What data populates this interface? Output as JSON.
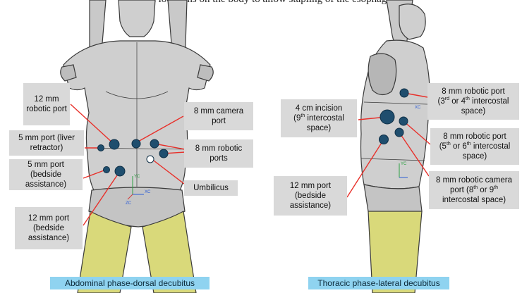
{
  "header_fragment": "the port locations on the body to allow stapling of the esophagus.",
  "abdominal": {
    "caption": "Abdominal phase-dorsal decubitus",
    "labels": {
      "robotic_12": "12 mm robotic port",
      "liver_retractor": "5 mm port (liver retractor)",
      "bedside_5": "5 mm port (bedside assistance)",
      "bedside_12": "12 mm port (bedside assistance)",
      "camera_8": "8 mm camera port",
      "robotic_8_ports": "8 mm robotic ports",
      "umbilicus": "Umbilicus"
    }
  },
  "thoracic": {
    "caption": "Thoracic phase-lateral decubitus",
    "labels": {
      "incision_4cm": {
        "a": "4 cm incision",
        "b": "(9",
        "sup": "th",
        "c": " intercostal space)"
      },
      "bedside_12": "12 mm port (bedside assistance)",
      "robotic_8_upper": {
        "a": "8 mm robotic port",
        "b": "(3",
        "sup1": "rd",
        "c": " or 4",
        "sup2": "th",
        "d": " intercostal space)"
      },
      "robotic_8_lower": {
        "a": "8 mm robotic port",
        "b": "(5",
        "sup1": "th",
        "c": " or 6",
        "sup2": "th",
        "d": " intercostal space)"
      },
      "camera_8": {
        "a": "8 mm robotic camera port (8",
        "sup1": "th",
        "b": " or 9",
        "sup2": "th",
        "c": " intercostal space)"
      }
    }
  },
  "axis_labels": {
    "yc": "YC",
    "xc": "XC",
    "zc": "ZC"
  },
  "colors": {
    "body_gray": "#c9c9c9",
    "body_outline": "#3a3a3a",
    "leg_yellow": "#d9d97a",
    "port_blue": "#1f4e6e",
    "pointer_red": "#e8302a",
    "label_bg": "#d9d9d9",
    "caption_bg": "#8fd3f0"
  }
}
